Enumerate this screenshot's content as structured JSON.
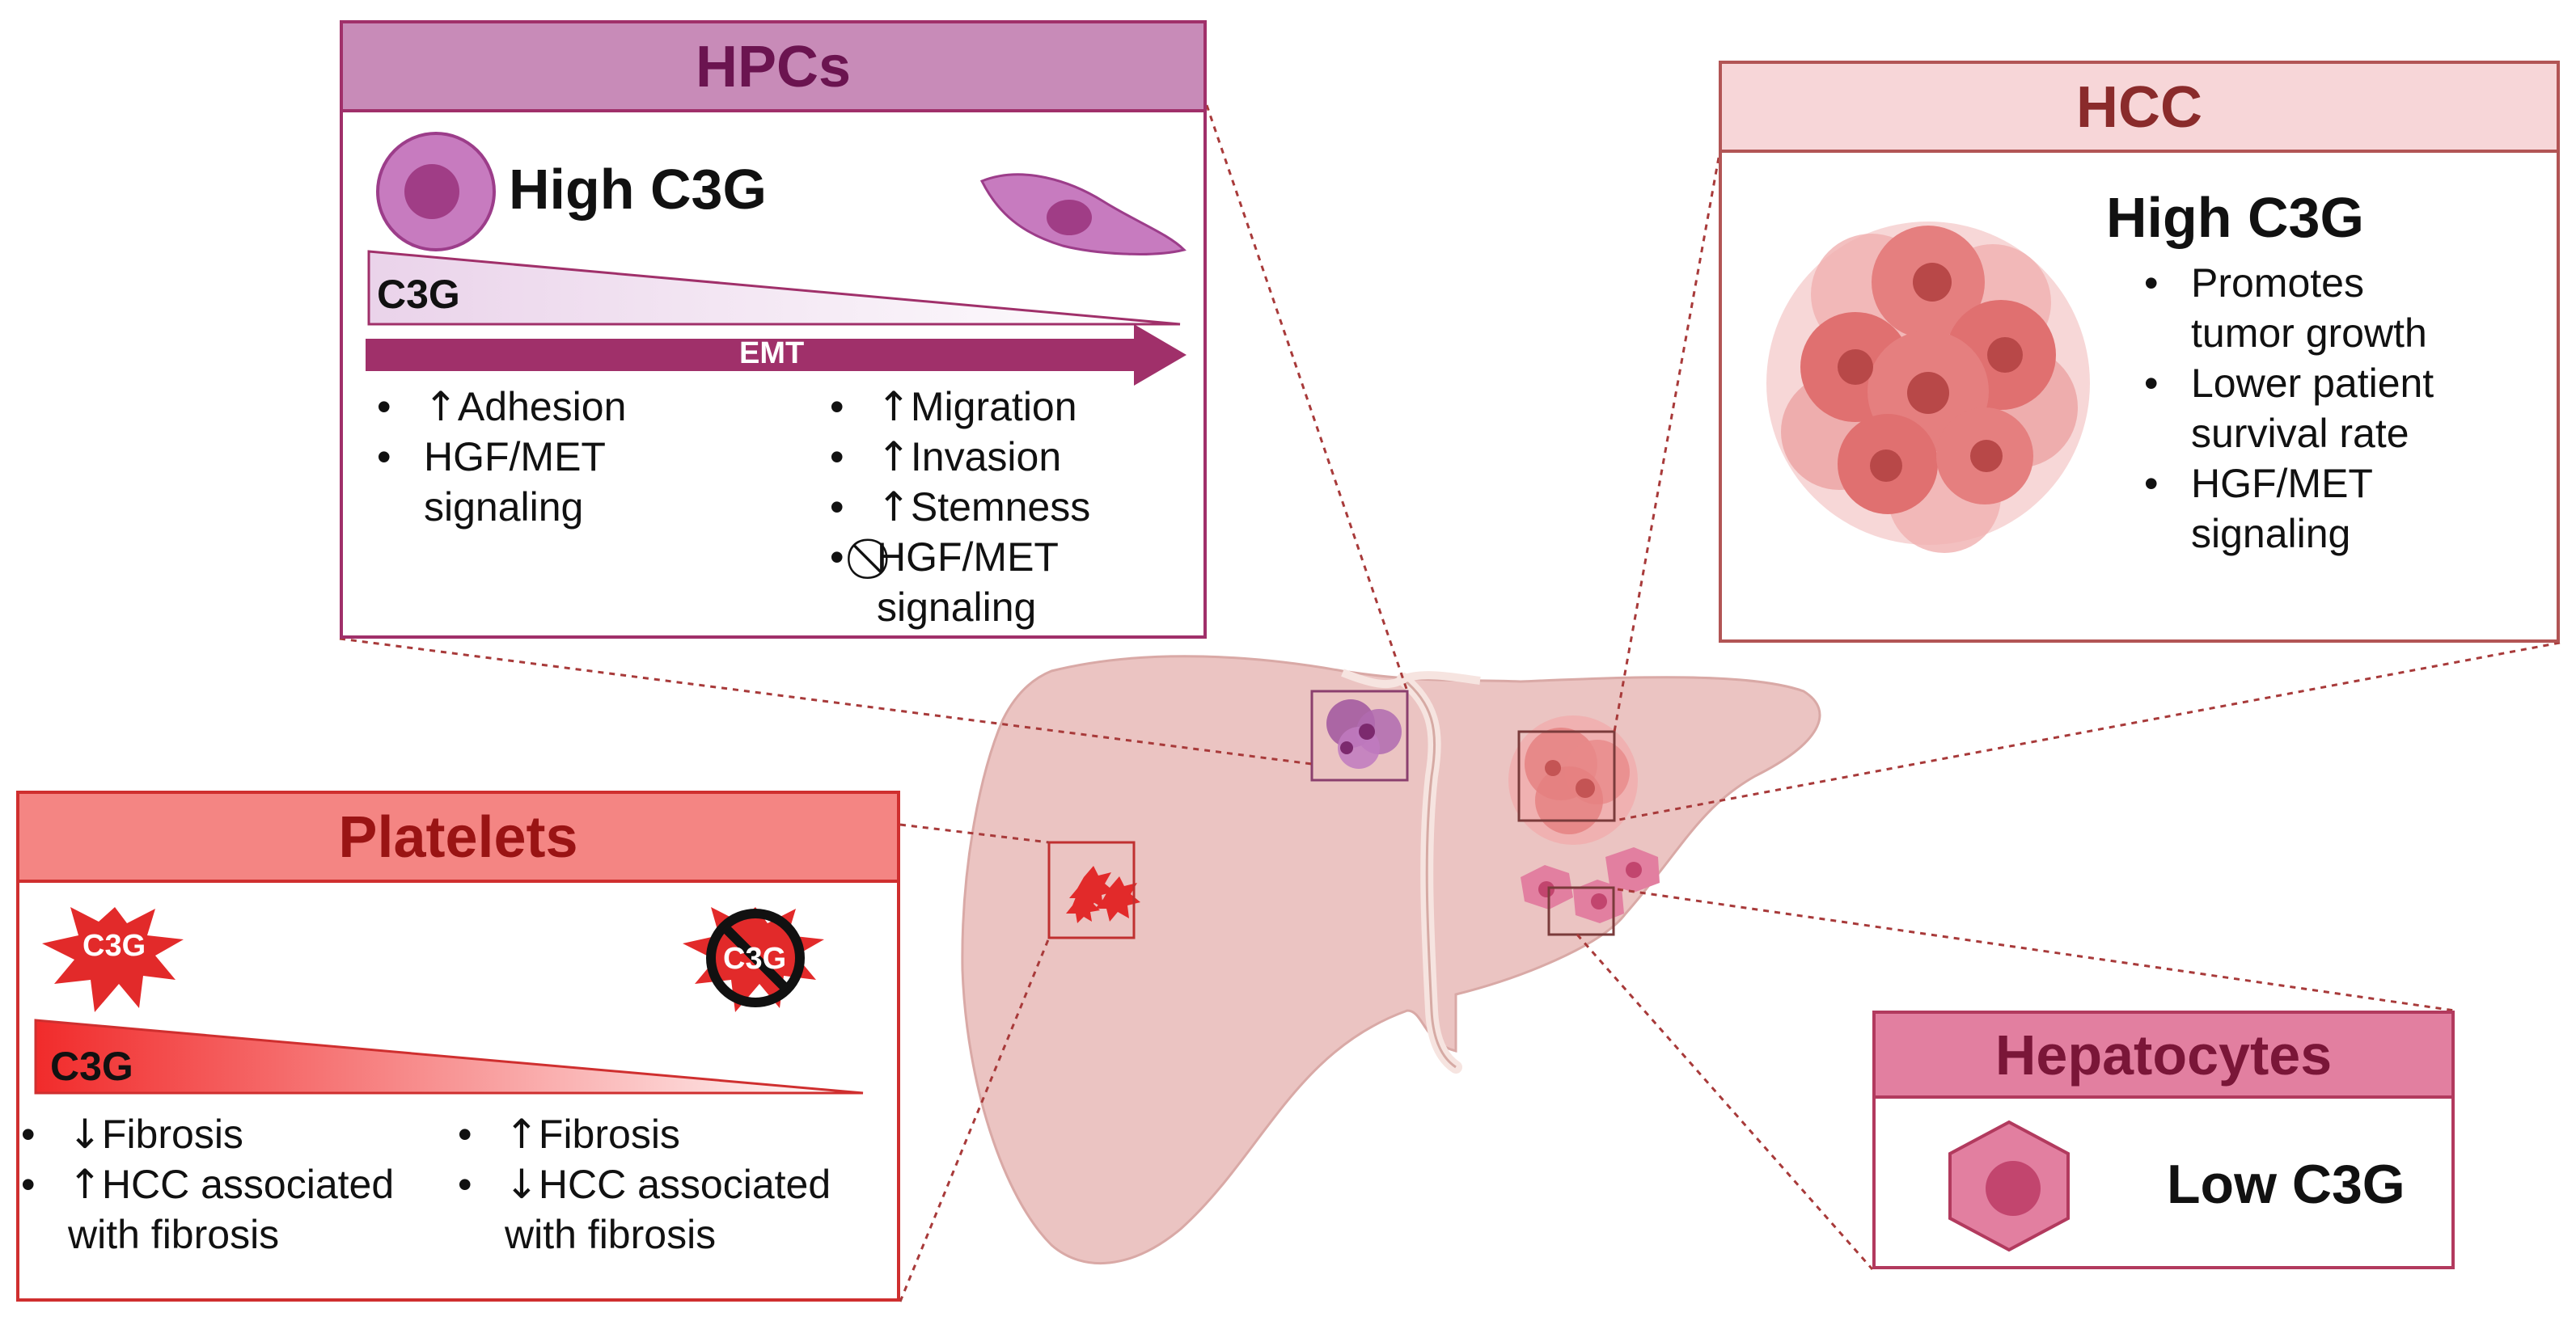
{
  "hpcs": {
    "title": "HPCs",
    "heading": "High C3G",
    "gradient_label": "C3G",
    "arrow_label": "EMT",
    "left_bullets": [
      {
        "sym": "↑",
        "text": "Adhesion"
      },
      {
        "sym": "",
        "text": "HGF/MET",
        "cont": "signaling"
      }
    ],
    "right_bullets": [
      {
        "sym": "↑",
        "text": "Migration"
      },
      {
        "sym": "↑",
        "text": "Invasion"
      },
      {
        "sym": "↑",
        "text": "Stemness"
      },
      {
        "sym": "⃠",
        "text": "HGF/MET",
        "cont": "signaling"
      }
    ]
  },
  "hcc": {
    "title": "HCC",
    "heading": "High C3G",
    "bullets": [
      {
        "text": "Promotes",
        "cont": "tumor growth"
      },
      {
        "text": "Lower patient",
        "cont": "survival rate"
      },
      {
        "text": "HGF/MET",
        "cont": "signaling"
      }
    ]
  },
  "platelets": {
    "title": "Platelets",
    "cell_label": "C3G",
    "crossed_cell_label": "C3G",
    "gradient_label": "C3G",
    "left_bullets": [
      {
        "sym": "↓",
        "text": "Fibrosis"
      },
      {
        "sym": "↑",
        "text": "HCC associated",
        "cont": "with fibrosis"
      }
    ],
    "right_bullets": [
      {
        "sym": "↑",
        "text": "Fibrosis"
      },
      {
        "sym": "↓",
        "text": "HCC associated",
        "cont": "with fibrosis"
      }
    ]
  },
  "hepatocytes": {
    "title": "Hepatocytes",
    "heading": "Low C3G"
  },
  "colors": {
    "hpcs_header": "#c88bb8",
    "hpcs_border": "#a0306a",
    "hpcs_arrow": "#a0306a",
    "hcc_header": "#f7d6d8",
    "hcc_border": "#b25555",
    "platelets_header": "#f48583",
    "platelets_border": "#cf2f2f",
    "hepatocytes_header": "#e27fa0",
    "hepatocytes_border": "#b23a5e",
    "liver": "#ebc4c2",
    "connector": "#a83a3a"
  }
}
